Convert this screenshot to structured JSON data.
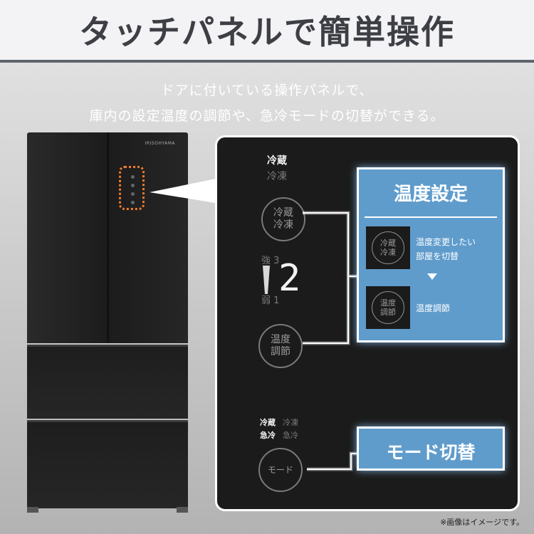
{
  "header": {
    "title": "タッチパネルで簡単操作"
  },
  "subtitle": {
    "line1": "ドアに付いている操作パネルで、",
    "line2": "庫内の設定温度の調節や、急冷モードの切替ができる。"
  },
  "fridge": {
    "brand": "IRISOHYAMA"
  },
  "panel": {
    "mode_active": "冷蔵",
    "mode_inactive": "冷凍",
    "btn_select": [
      "冷蔵",
      "冷凍"
    ],
    "level_strong": "強 3",
    "level_value": "2",
    "level_weak": "弱 1",
    "btn_temp": [
      "温度",
      "調節"
    ],
    "mode_row1_active": "冷蔵",
    "mode_row1_inactive": "冷凍",
    "mode_row2_active": "急冷",
    "mode_row2_inactive": "急冷",
    "btn_mode": "モード"
  },
  "temp_box": {
    "title": "温度設定",
    "step1_icon": [
      "冷蔵",
      "冷凍"
    ],
    "step1_text_l1": "温度変更したい",
    "step1_text_l2": "部屋を切替",
    "step2_icon": [
      "温度",
      "調節"
    ],
    "step2_text": "温度調節"
  },
  "mode_box": {
    "title": "モード切替"
  },
  "note": "※画像はイメージです。",
  "colors": {
    "accent_blue": "#5f9ccc",
    "highlight_orange": "#f07a2a",
    "header_text": "#3d3f45"
  }
}
